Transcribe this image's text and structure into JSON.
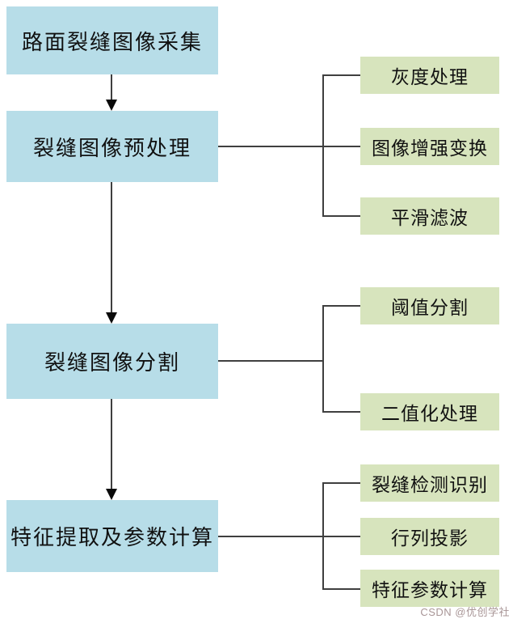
{
  "diagram": {
    "title": "pavement-crack-detection-flowchart",
    "steps": [
      {
        "label": "路面裂缝图像采集"
      },
      {
        "label": "裂缝图像预处理"
      },
      {
        "label": "裂缝图像分割"
      },
      {
        "label": "特征提取及参数计算"
      }
    ],
    "branches": [
      {
        "parent": "裂缝图像预处理",
        "label": "灰度处理"
      },
      {
        "parent": "裂缝图像预处理",
        "label": "图像增强变换"
      },
      {
        "parent": "裂缝图像预处理",
        "label": "平滑滤波"
      },
      {
        "parent": "裂缝图像分割",
        "label": "阈值分割"
      },
      {
        "parent": "裂缝图像分割",
        "label": "二值化处理"
      },
      {
        "parent": "特征提取及参数计算",
        "label": "裂缝检测识别"
      },
      {
        "parent": "特征提取及参数计算",
        "label": "行列投影"
      },
      {
        "parent": "特征提取及参数计算",
        "label": "特征参数计算"
      }
    ],
    "colors": {
      "step_fill": "#b7dde8",
      "branch_fill": "#d7e4bd",
      "connector": "#3f3f3f",
      "text": "#111111"
    }
  },
  "watermark": {
    "text": "CSDN @优创学社",
    "color": "#a89596"
  }
}
